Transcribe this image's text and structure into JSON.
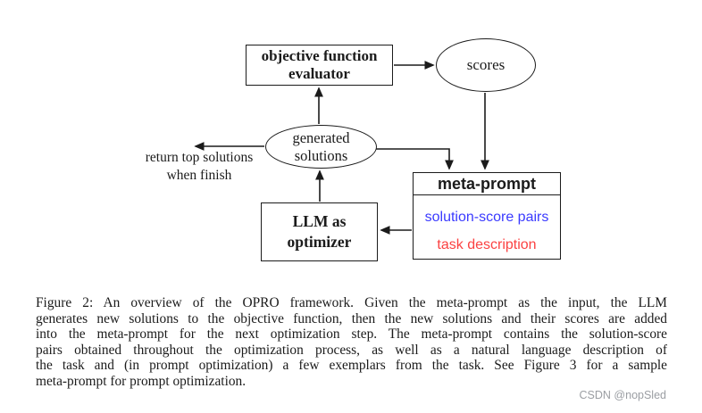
{
  "figure": {
    "nodes": {
      "evaluator": {
        "line1": "objective function",
        "line2": "evaluator"
      },
      "scores": {
        "label": "scores"
      },
      "generated_solutions": {
        "line1": "generated",
        "line2": "solutions"
      },
      "llm_optimizer": {
        "line1": "LLM as",
        "line2": "optimizer"
      },
      "meta_prompt": {
        "title": "meta-prompt",
        "item_blue": "solution-score pairs",
        "item_red": "task description"
      }
    },
    "annotations": {
      "return_line1": "return top solutions",
      "return_line2": "when finish"
    },
    "colors": {
      "line": "#1b1b1b",
      "solution_score_pairs": "#3a3aff",
      "task_description": "#fb4242",
      "watermark": "#9b9ea3"
    }
  },
  "caption": {
    "lines": [
      "Figure 2: An overview of the OPRO framework. Given the meta-prompt as the input, the LLM",
      "generates new solutions to the objective function, then the new solutions and their scores are added",
      "into the meta-prompt for the next optimization step. The meta-prompt contains the solution-score",
      "pairs obtained throughout the optimization process, as well as a natural language description of",
      "the task and (in prompt optimization) a few exemplars from the task. See Figure 3 for a sample",
      "meta-prompt for prompt optimization."
    ]
  },
  "watermark": "CSDN @nopSled"
}
